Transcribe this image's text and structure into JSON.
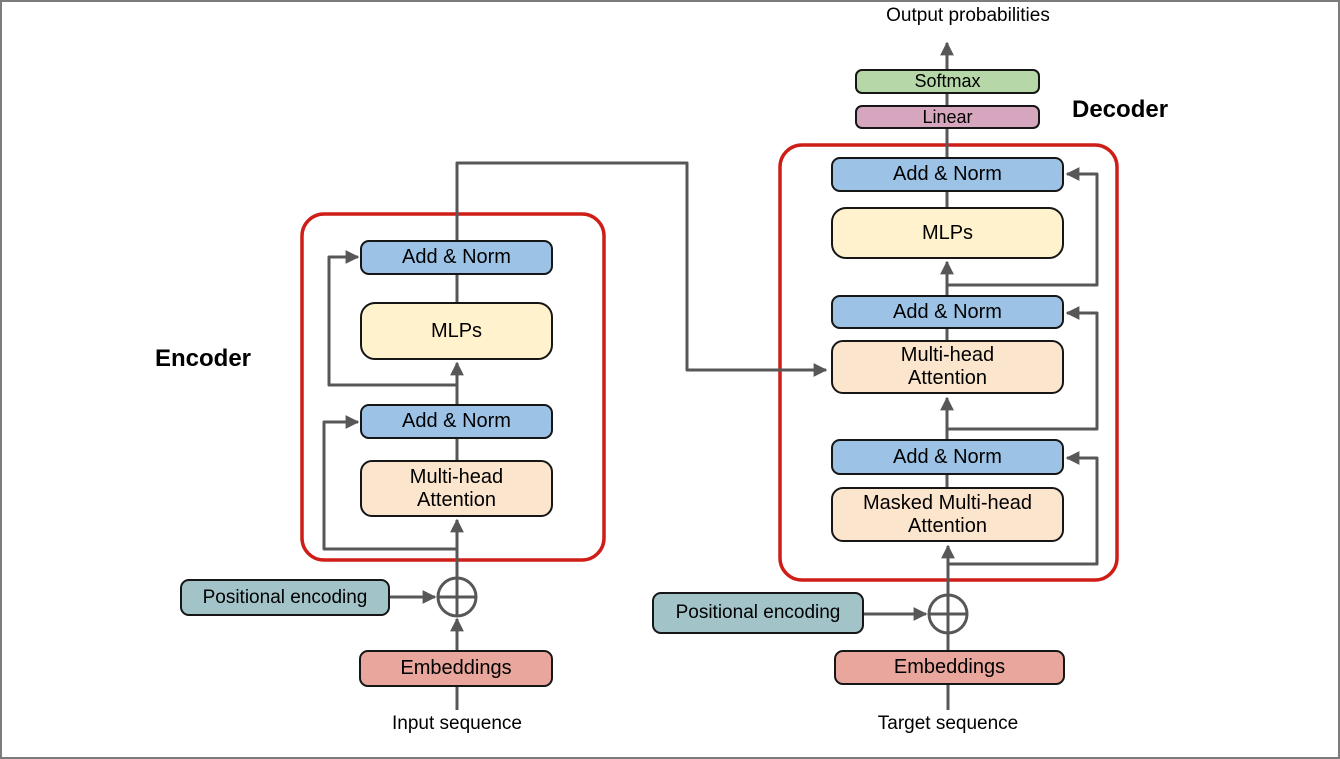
{
  "output": {
    "probabilities_label": "Output probabilities",
    "softmax": "Softmax",
    "linear": "Linear"
  },
  "encoder": {
    "label": "Encoder",
    "add_norm_top": "Add & Norm",
    "mlps": "MLPs",
    "add_norm_bottom": "Add & Norm",
    "attention": "Multi-head Attention",
    "positional_encoding": "Positional encoding",
    "embeddings": "Embeddings",
    "input_label": "Input sequence"
  },
  "decoder": {
    "label": "Decoder",
    "add_norm_top": "Add & Norm",
    "mlps": "MLPs",
    "add_norm_mid": "Add & Norm",
    "cross_attention": "Multi-head Attention",
    "add_norm_bottom": "Add & Norm",
    "masked_attention": "Masked Multi-head Attention",
    "positional_encoding": "Positional encoding",
    "embeddings": "Embeddings",
    "target_label": "Target sequence"
  },
  "colors": {
    "add_norm": "#9cc3e6",
    "mlp": "#fff2cc",
    "attention": "#fce5cd",
    "softmax": "#b6d7a8",
    "linear": "#d5a6bd",
    "positional_encoding": "#a2c4c9",
    "embeddings": "#e8a69c",
    "group_border": "#cf1d17",
    "connector": "#575757"
  }
}
